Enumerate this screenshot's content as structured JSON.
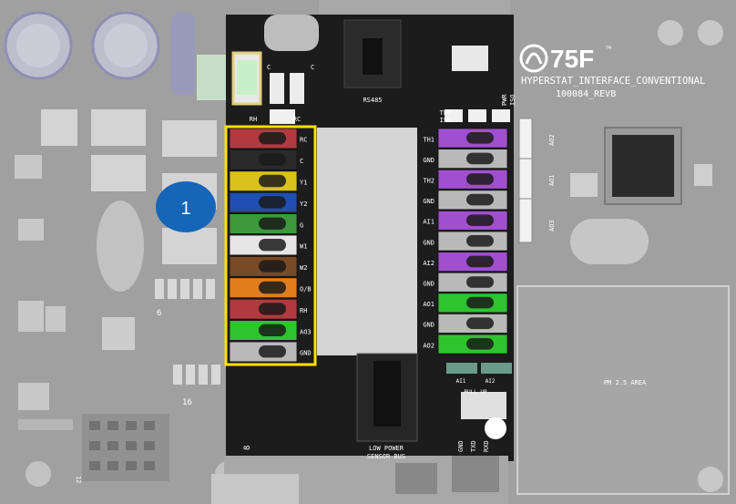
{
  "logo": {
    "mark": "75F",
    "tm": "™"
  },
  "board_name": "HYPERSTAT_INTERFACE_CONVENTIONAL",
  "board_rev": "100084_REVB",
  "pm_area": "PM 2.5 AREA",
  "callout": "1",
  "rs485": "RS485",
  "low_power": [
    "LOW POWER",
    "SENSOR BUS"
  ],
  "rh_header": {
    "rh": "RH",
    "rc": "RC"
  },
  "cap_labels": [
    "C",
    "C"
  ],
  "ter_iso": [
    "TER",
    "ISO"
  ],
  "pwr_iso": [
    "PWR",
    "ISO"
  ],
  "pull_up": "PULL UP",
  "ai_small": [
    "AI1",
    "AI2"
  ],
  "uart_labels": [
    "GND",
    "TXD",
    "RXD"
  ],
  "ao_right": [
    "AO2",
    "AO1",
    "AO3"
  ],
  "misc_digits": [
    "16",
    "6",
    "8",
    "12"
  ],
  "left_terminals": [
    {
      "label": "RC",
      "color": "#b23a3e"
    },
    {
      "label": "C",
      "color": "#2a2a2a"
    },
    {
      "label": "Y1",
      "color": "#d9c21a"
    },
    {
      "label": "Y2",
      "color": "#1f4fb0"
    },
    {
      "label": "G",
      "color": "#3c9a3c"
    },
    {
      "label": "W1",
      "color": "#e6e6e6"
    },
    {
      "label": "W2",
      "color": "#7a4a24"
    },
    {
      "label": "O/B",
      "color": "#e07f1c"
    },
    {
      "label": "RH",
      "color": "#b23a3e"
    },
    {
      "label": "AO3",
      "color": "#2ec42e"
    },
    {
      "label": "GND",
      "color": "#b9b9b9"
    }
  ],
  "right_terminals": [
    {
      "label": "TH1",
      "color": "#a04fd0"
    },
    {
      "label": "GND",
      "color": "#b9b9b9"
    },
    {
      "label": "TH2",
      "color": "#a04fd0"
    },
    {
      "label": "GND",
      "color": "#b9b9b9"
    },
    {
      "label": "AI1",
      "color": "#a04fd0"
    },
    {
      "label": "GND",
      "color": "#b9b9b9"
    },
    {
      "label": "AI2",
      "color": "#a04fd0"
    },
    {
      "label": "GND",
      "color": "#b9b9b9"
    },
    {
      "label": "AO1",
      "color": "#2ec42e"
    },
    {
      "label": "GND",
      "color": "#b9b9b9"
    },
    {
      "label": "AO2",
      "color": "#2ec42e"
    }
  ],
  "colors": {
    "highlight": "#ffe000",
    "callout": "#1565b8",
    "pcb_dark": "#1c1c1c",
    "pcb_gray": "#a3a3a3"
  }
}
